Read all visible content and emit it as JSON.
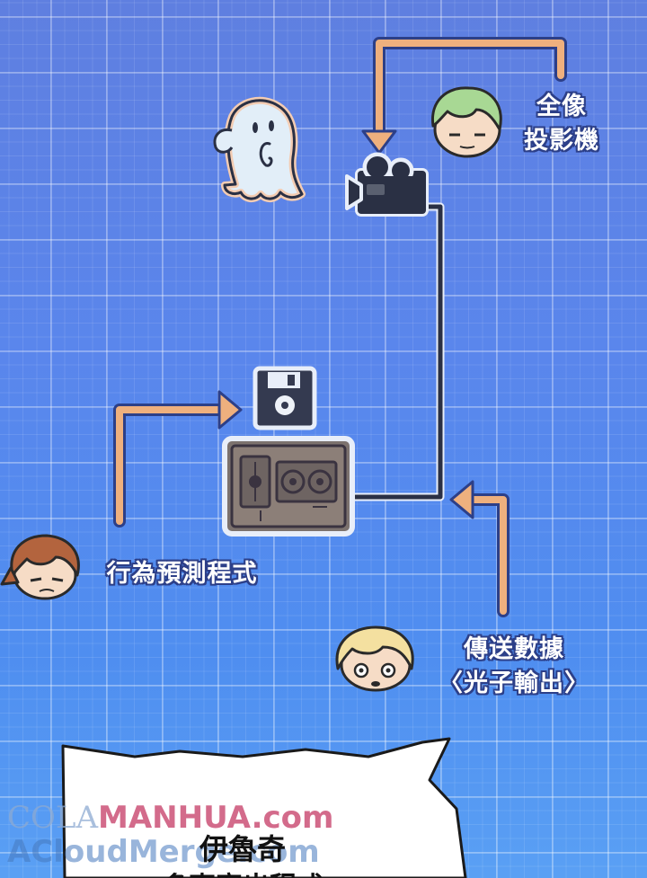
{
  "labels": {
    "projector_line1": "全像",
    "projector_line2": "投影機",
    "behavior": "行為預測程式",
    "transmit_line1": "傳送數據",
    "transmit_line2": "〈光子輸出〉"
  },
  "bubble": {
    "speaker": "伊魯奇",
    "text": "多事密出程式"
  },
  "watermark": {
    "line1_a": "COLA",
    "line1_b": "MANHUA.com",
    "line2": "ACloudMerge.com"
  },
  "colors": {
    "background": "#5a86ec",
    "arrow": "#eeb07e",
    "cable": "#2a3044",
    "device": "#8c7f78"
  }
}
